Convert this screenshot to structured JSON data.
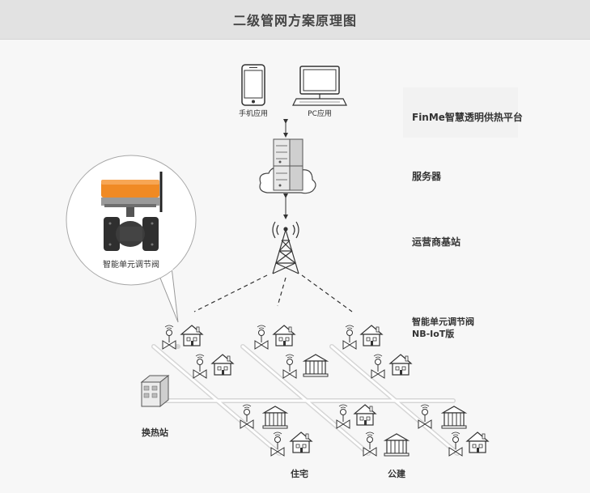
{
  "header": {
    "title": "二级管网方案原理图"
  },
  "clients": {
    "mobile_label": "手机应用",
    "pc_label": "PC应用"
  },
  "layers": {
    "platform": "FinMe智慧透明供热平台",
    "server": "服务器",
    "carrier": "运营商基站",
    "valve_line1": "智能单元调节阀",
    "valve_line2": "NB-IoT版"
  },
  "callout": {
    "label": "智能单元调节阀"
  },
  "stations": {
    "exchange": "换热站",
    "residential": "住宅",
    "public": "公建"
  },
  "colors": {
    "valve_orange": "#f08a24",
    "pipe": "#d9d9d9",
    "line": "#333333"
  }
}
